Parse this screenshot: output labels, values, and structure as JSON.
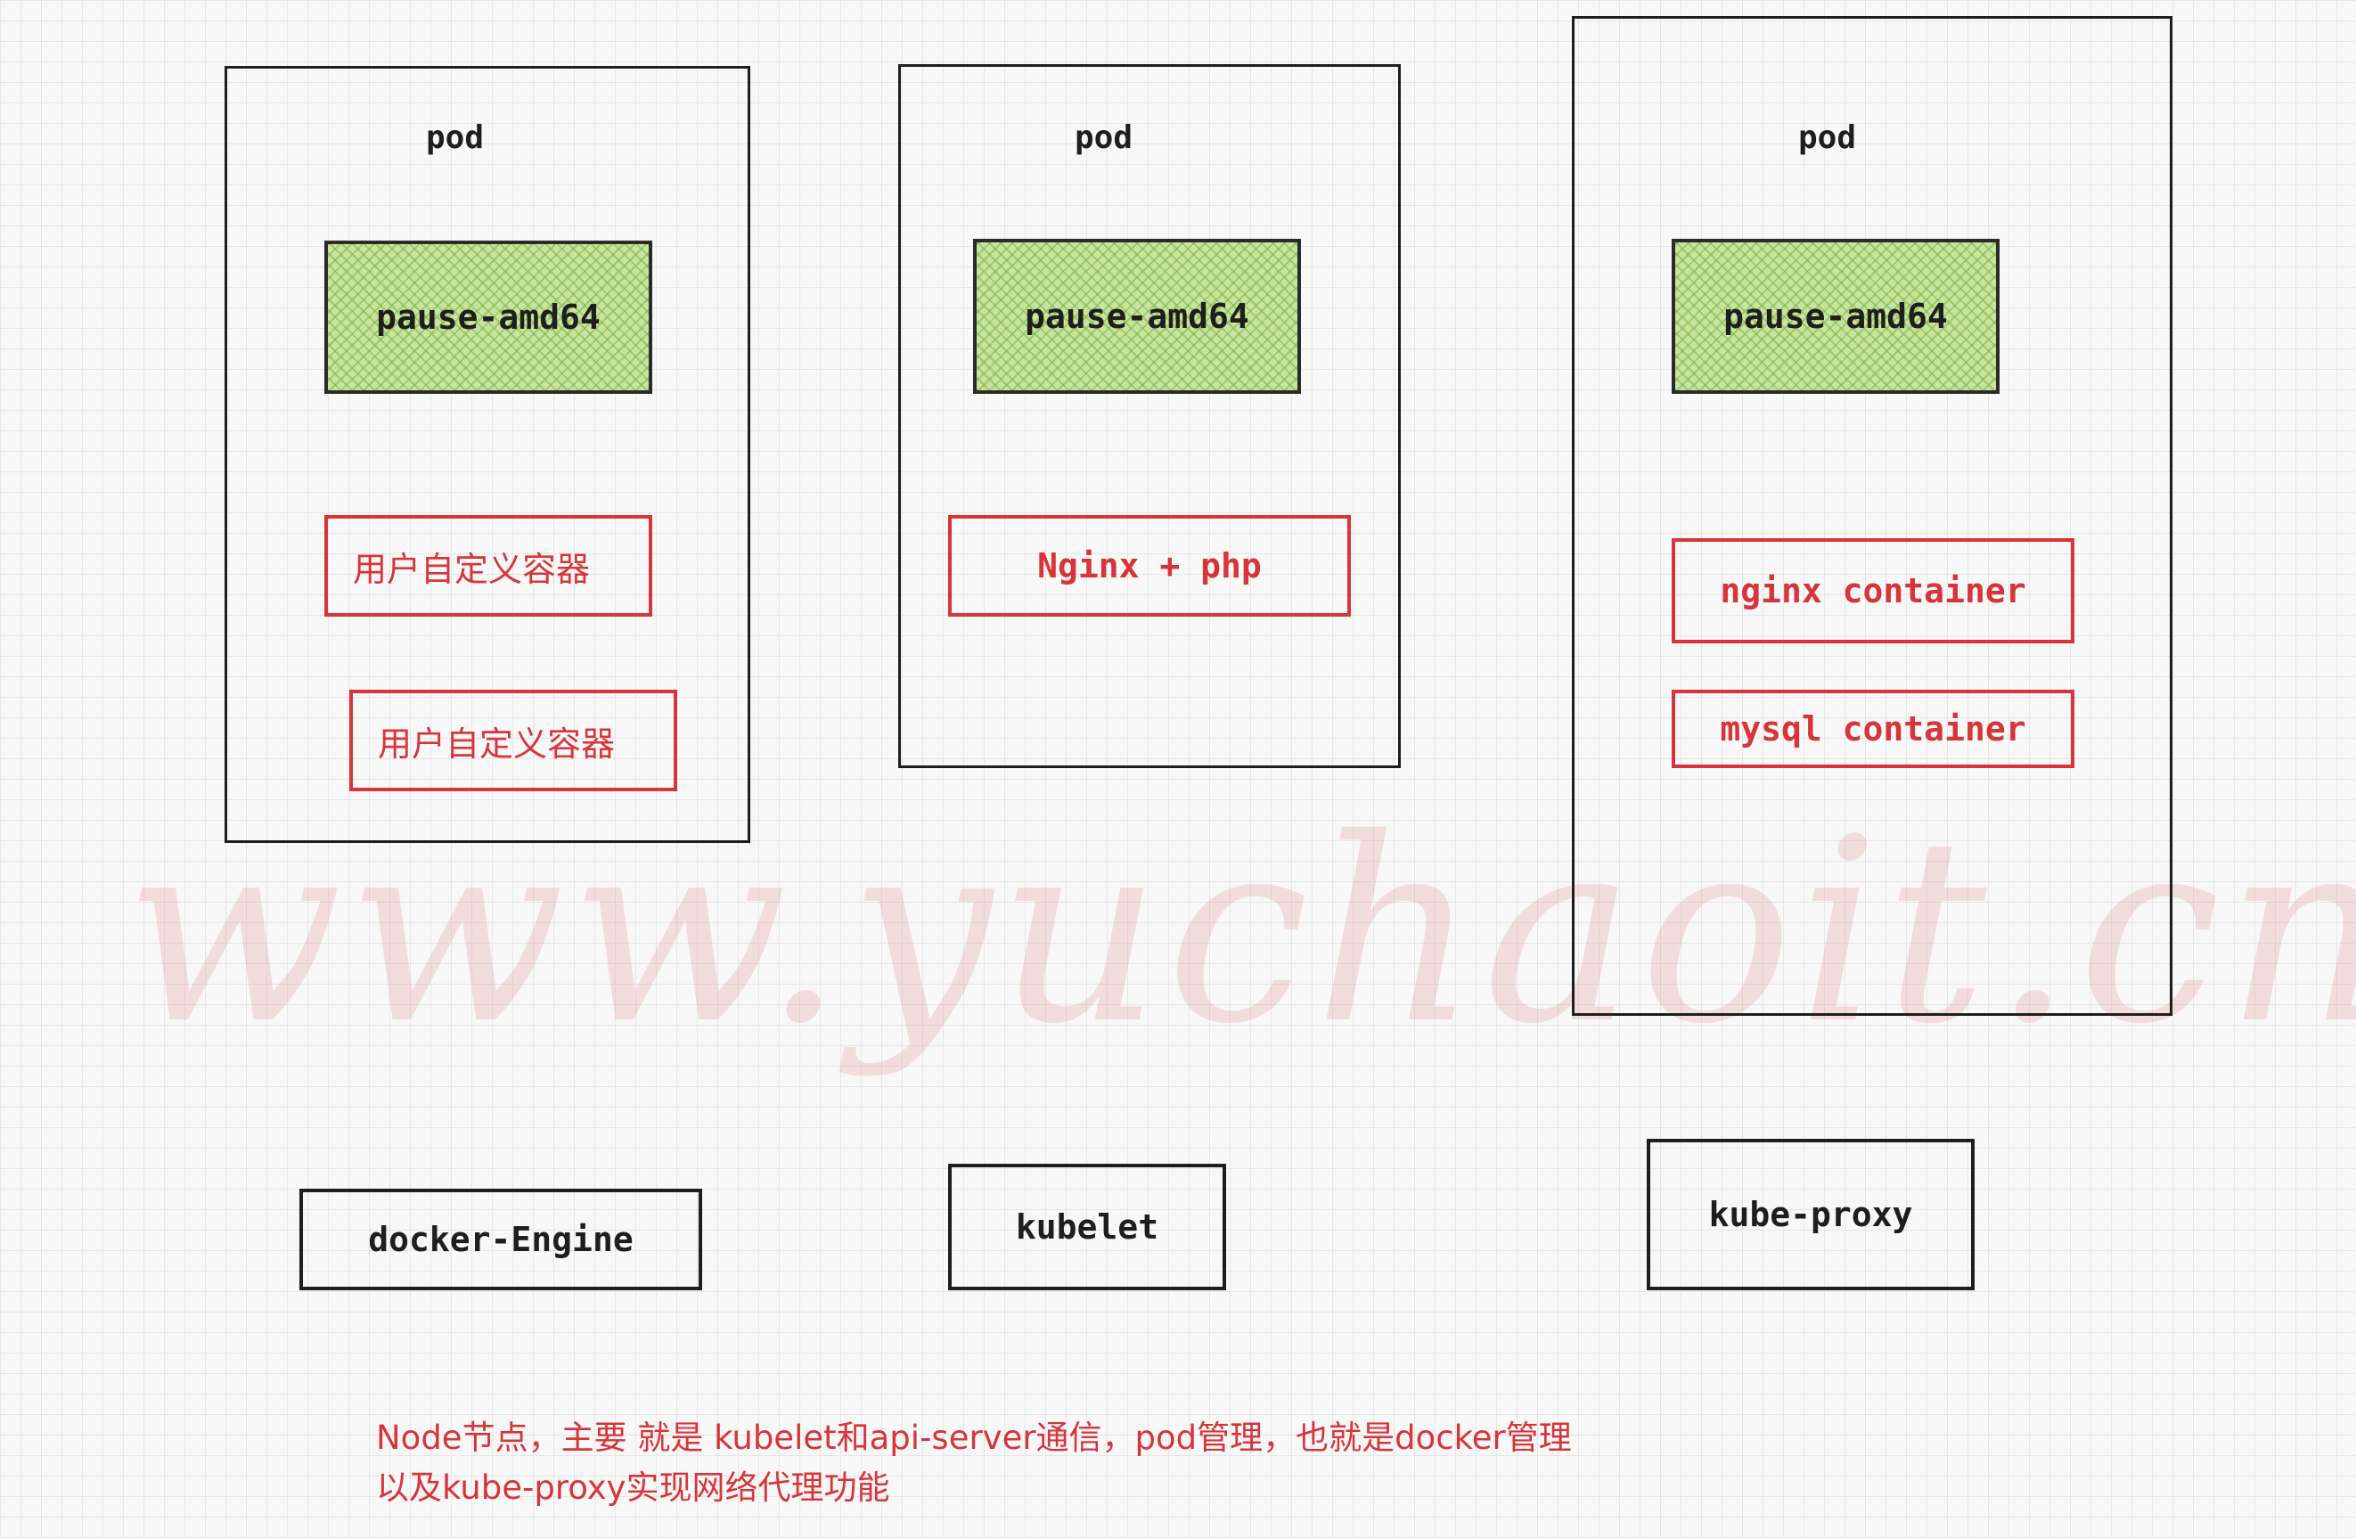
{
  "pods": [
    {
      "label": "pod",
      "pause": "pause-amd64",
      "containers": [
        "用户自定义容器",
        "用户自定义容器"
      ]
    },
    {
      "label": "pod",
      "pause": "pause-amd64",
      "containers": [
        "Nginx + php"
      ]
    },
    {
      "label": "pod",
      "pause": "pause-amd64",
      "containers": [
        "nginx container",
        "mysql container"
      ]
    }
  ],
  "components": {
    "docker": "docker-Engine",
    "kubelet": "kubelet",
    "kube_proxy": "kube-proxy"
  },
  "watermark": "www.yuchaoit.cn",
  "note": {
    "line1": "Node节点，主要 就是 kubelet和api-server通信，pod管理，也就是docker管理",
    "line2": "以及kube-proxy实现网络代理功能"
  },
  "colors": {
    "container_border": "#d8353a",
    "pause_fill": "#c9e4a0",
    "outline": "#1e1e1e"
  }
}
